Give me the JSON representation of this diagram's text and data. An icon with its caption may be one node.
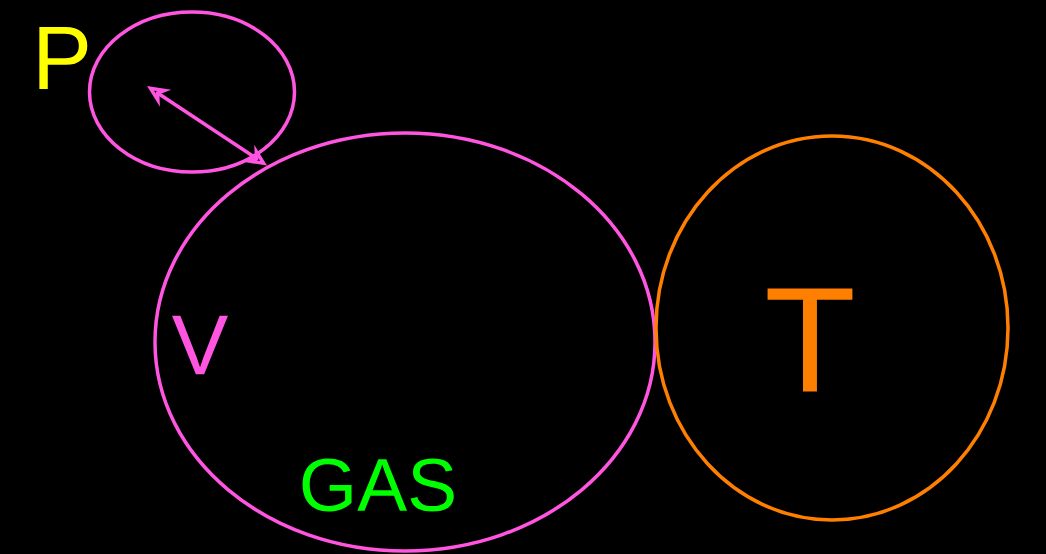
{
  "diagram": {
    "nodes": [
      {
        "text": [],
        "shape": "circle",
        "beside": [
          "P"
        ]
      },
      {
        "text": [
          "V",
          "GAS"
        ]
      },
      {
        "text": [
          "T"
        ]
      }
    ],
    "edges": [
      {
        "from": 1,
        "to": 0,
        "arrow": "both"
      }
    ]
  }
}
